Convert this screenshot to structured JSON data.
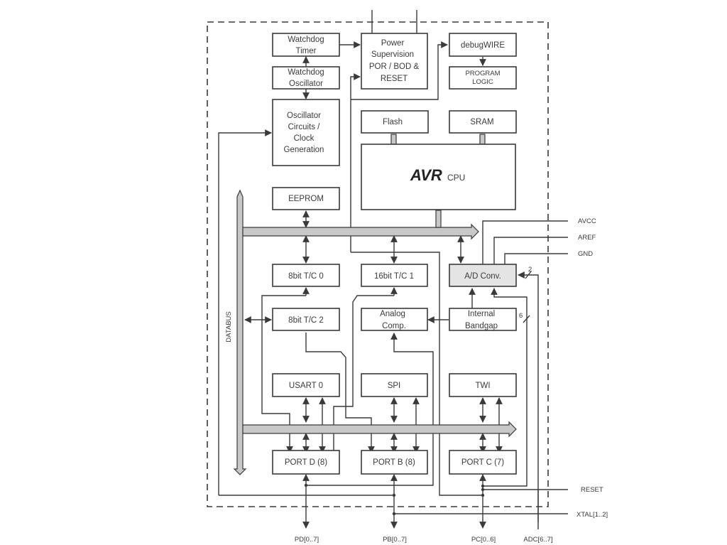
{
  "diagram": {
    "title": "AVR microcontroller block diagram",
    "blocks": {
      "watchdog_timer": [
        "Watchdog",
        "Timer"
      ],
      "watchdog_oscillator": [
        "Watchdog",
        "Oscillator"
      ],
      "oscillator": [
        "Oscillator",
        "Circuits /",
        "Clock",
        "Generation"
      ],
      "power": [
        "Power",
        "Supervision",
        "POR / BOD &",
        "RESET"
      ],
      "debugwire": [
        "debugWIRE"
      ],
      "program_logic": [
        "PROGRAM",
        "LOGIC"
      ],
      "flash": [
        "Flash"
      ],
      "sram": [
        "SRAM"
      ],
      "cpu_logo": "AVR",
      "cpu_label": "CPU",
      "eeprom": [
        "EEPROM"
      ],
      "tc0": [
        "8bit T/C 0"
      ],
      "tc1": [
        "16bit T/C 1"
      ],
      "adc": [
        "A/D Conv."
      ],
      "tc2": [
        "8bit T/C 2"
      ],
      "analog_comp": [
        "Analog",
        "Comp."
      ],
      "bandgap": [
        "Internal",
        "Bandgap"
      ],
      "usart": [
        "USART 0"
      ],
      "spi": [
        "SPI"
      ],
      "twi": [
        "TWI"
      ],
      "portd": [
        "PORT D (8)"
      ],
      "portb": [
        "PORT B (8)"
      ],
      "portc": [
        "PORT C (7)"
      ]
    },
    "bus_label": "DATABUS",
    "bus_width_labels": {
      "adc_in": "2",
      "bandgap_in": "6"
    },
    "pins_right": [
      "AVCC",
      "AREF",
      "GND",
      "RESET",
      "XTAL[1..2]"
    ],
    "pins_bottom": [
      "PD[0..7]",
      "PB[0..7]",
      "PC[0..6]",
      "ADC[6..7]"
    ]
  }
}
